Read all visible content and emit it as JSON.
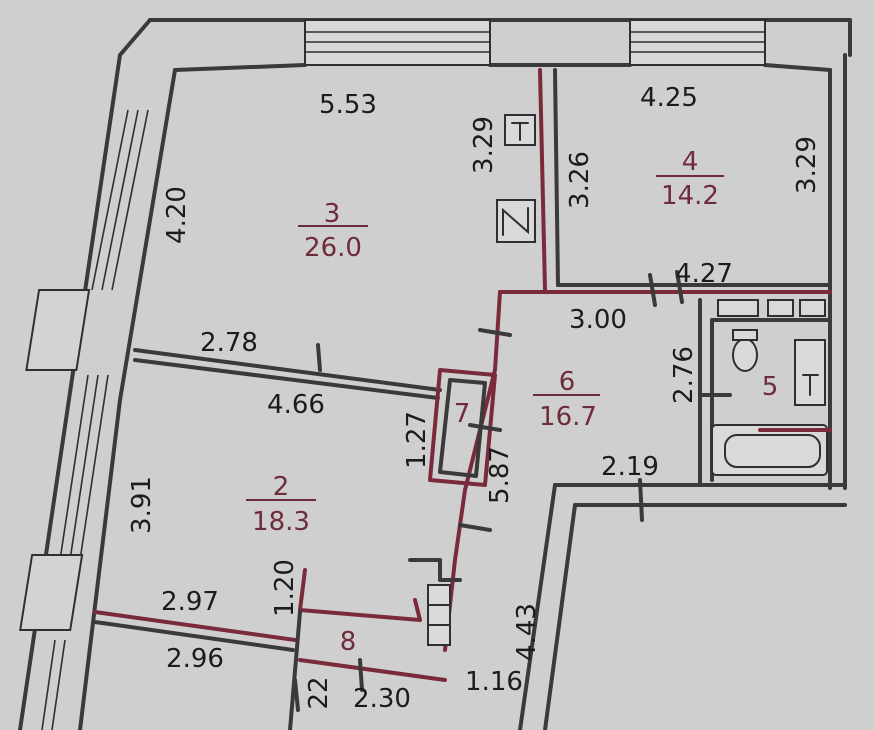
{
  "rooms": {
    "r2": {
      "number": "2",
      "area": "18.3"
    },
    "r3": {
      "number": "3",
      "area": "26.0"
    },
    "r4": {
      "number": "4",
      "area": "14.2"
    },
    "r5": {
      "number": "5"
    },
    "r6": {
      "number": "6",
      "area": "16.7"
    },
    "r7": {
      "number": "7"
    },
    "r8": {
      "number": "8"
    }
  },
  "dimensions": {
    "d553": "5.53",
    "d425": "4.25",
    "d329a": "3.29",
    "d326": "3.26",
    "d329b": "3.29",
    "d420": "4.20",
    "d427": "4.27",
    "d300": "3.00",
    "d278": "2.78",
    "d276": "2.76",
    "d466": "4.66",
    "d127": "1.27",
    "d587": "5.87",
    "d391": "3.91",
    "d219": "2.19",
    "d120": "1.20",
    "d297": "2.97",
    "d296": "2.96",
    "d443": "4.43",
    "d116": "1.16",
    "d230": "2.30",
    "d22": "22"
  }
}
